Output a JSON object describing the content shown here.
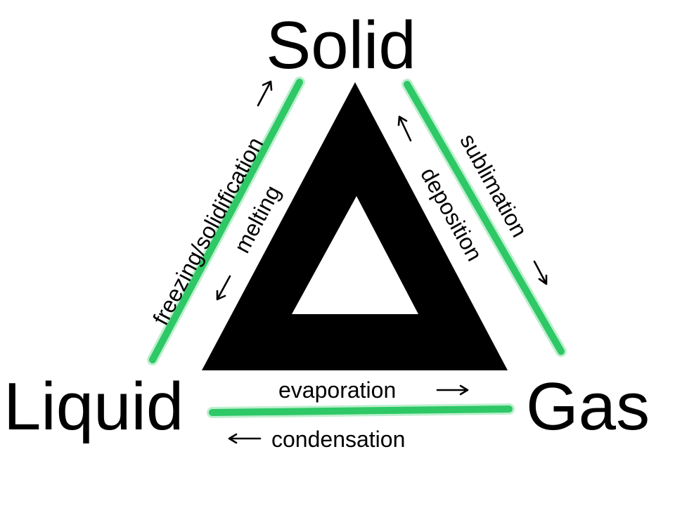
{
  "states": {
    "solid": "Solid",
    "liquid": "Liquid",
    "gas": "Gas"
  },
  "processes": {
    "freezing": "freezing/solidification",
    "melting": "melting",
    "deposition": "deposition",
    "sublimation": "sublimation",
    "evaporation": "evaporation",
    "condensation": "condensation"
  },
  "colors": {
    "triangle": "#000000",
    "transition_bar": "#2ec866",
    "transition_bar_glow": "#6fdc93",
    "background": "#ffffff",
    "text": "#000000"
  }
}
